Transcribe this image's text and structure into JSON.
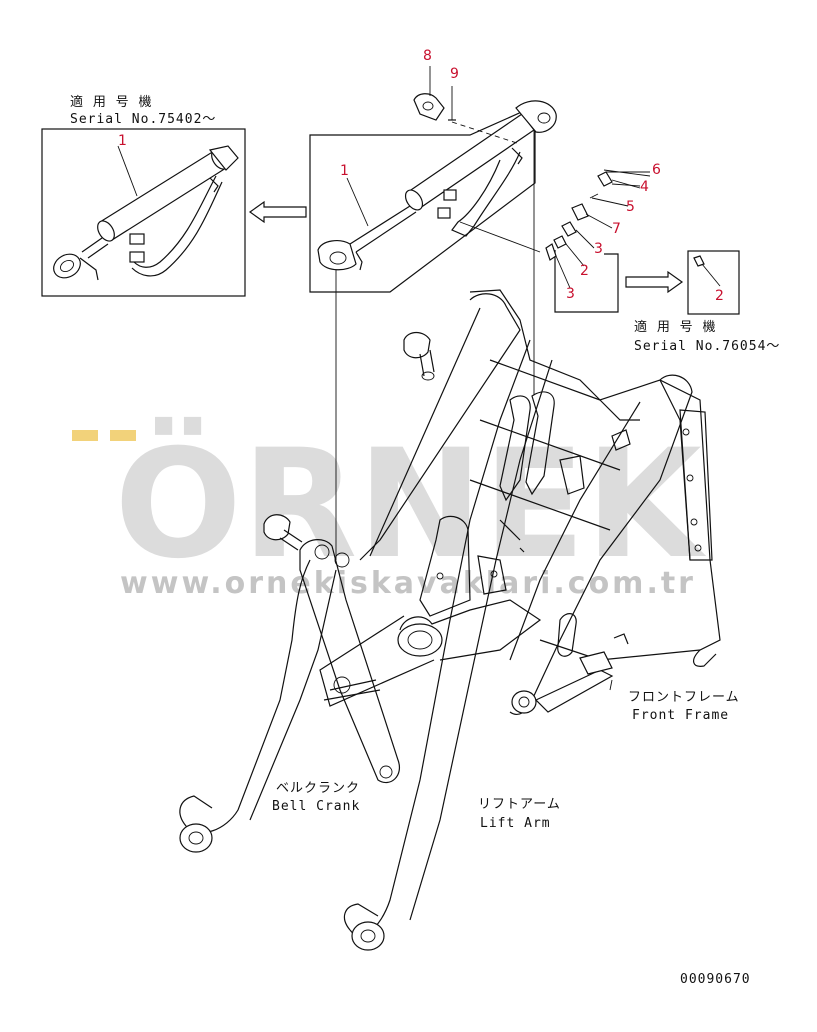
{
  "callouts": {
    "c8": "8",
    "c9": "9",
    "c1_main": "1",
    "c1_inset": "1",
    "c6": "6",
    "c4": "4",
    "c5": "5",
    "c7": "7",
    "c3a": "3",
    "c2a": "2",
    "c3b": "3",
    "c2_inset": "2"
  },
  "notes": {
    "serial_left_jp": "適 用 号 機",
    "serial_left": "Serial No.75402～",
    "serial_right_jp": "適 用 号 機",
    "serial_right": "Serial No.76054～",
    "front_frame_jp": "フロントフレーム",
    "front_frame": "Front Frame",
    "bell_crank_jp": "ベルクランク",
    "bell_crank": "Bell Crank",
    "lift_arm_jp": "リフトアーム",
    "lift_arm": "Lift Arm"
  },
  "drawing_number": "00090670",
  "watermark": {
    "brand": "ÖRNEK",
    "url": "www.ornekiskavaklari.com.tr"
  },
  "colors": {
    "callout": "#c8102e",
    "watermark_grey": "#d6d6d6",
    "watermark_accent": "#f2d27a"
  }
}
